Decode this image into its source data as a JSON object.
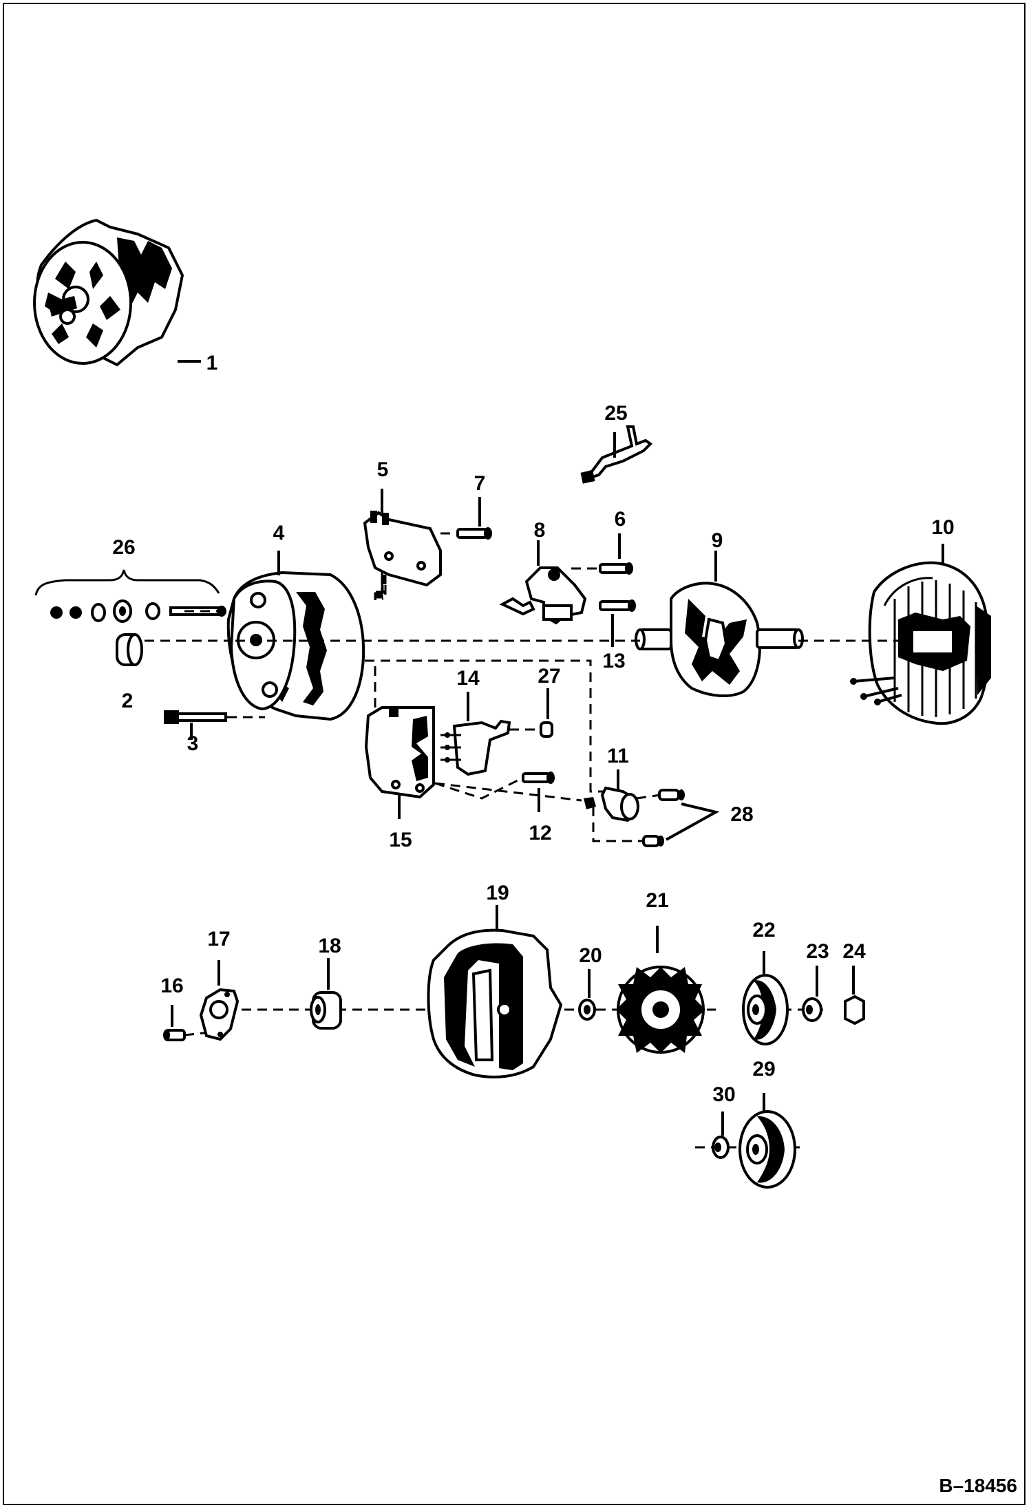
{
  "diagram": {
    "reference": "B–18456",
    "callouts": [
      "1",
      "2",
      "3",
      "4",
      "5",
      "6",
      "7",
      "8",
      "9",
      "10",
      "11",
      "12",
      "13",
      "14",
      "15",
      "16",
      "17",
      "18",
      "19",
      "20",
      "21",
      "22",
      "23",
      "24",
      "25",
      "26",
      "27",
      "28",
      "29",
      "30"
    ]
  }
}
